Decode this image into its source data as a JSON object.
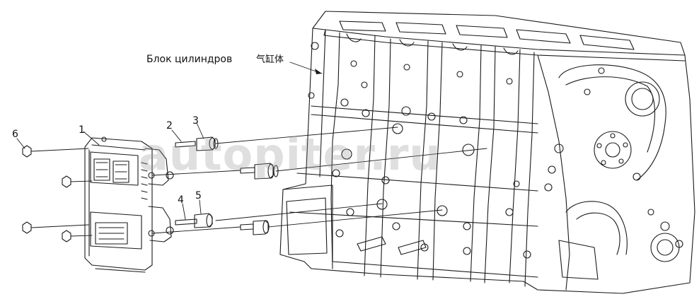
{
  "labels": {
    "block_ru": "Блок цилиндров",
    "block_cn": "气缸体"
  },
  "callouts": [
    "1",
    "2",
    "3",
    "4",
    "5",
    "6"
  ],
  "watermark": "autopiter.ru",
  "colors": {
    "line": "#1a1a1a",
    "watermark": "#bdbdbd"
  }
}
